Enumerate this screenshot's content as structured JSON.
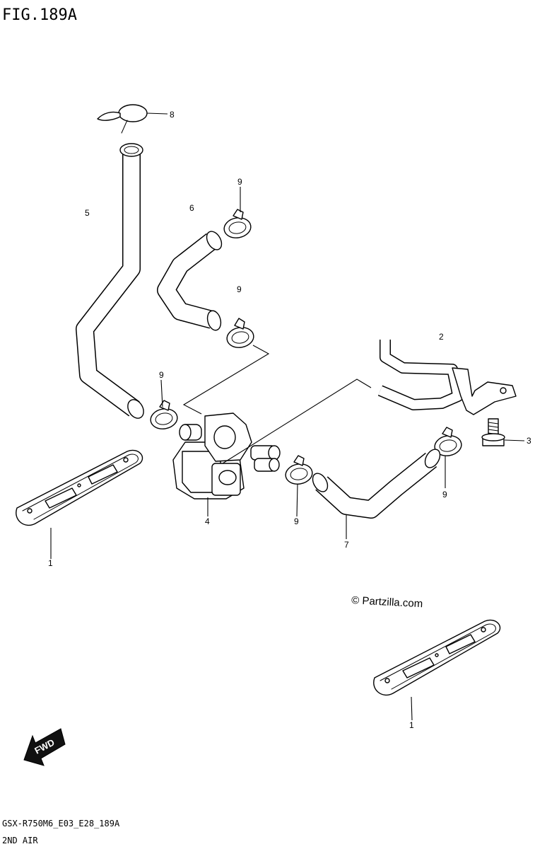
{
  "figure": {
    "title": "FIG.189A"
  },
  "callouts": [
    {
      "id": "8",
      "label": "8"
    },
    {
      "id": "5",
      "label": "5"
    },
    {
      "id": "6",
      "label": "6"
    },
    {
      "id": "9a",
      "label": "9"
    },
    {
      "id": "9b",
      "label": "9"
    },
    {
      "id": "9c",
      "label": "9"
    },
    {
      "id": "2",
      "label": "2"
    },
    {
      "id": "3",
      "label": "3"
    },
    {
      "id": "9d",
      "label": "9"
    },
    {
      "id": "9e",
      "label": "9"
    },
    {
      "id": "4",
      "label": "4"
    },
    {
      "id": "7",
      "label": "7"
    },
    {
      "id": "1a",
      "label": "1"
    },
    {
      "id": "1b",
      "label": "1"
    }
  ],
  "watermark": "© Partzilla.com",
  "fwd_label": "FWD",
  "footer": {
    "model_code": "GSX-R750M6_E03_E28_189A",
    "section_name": "2ND AIR"
  }
}
